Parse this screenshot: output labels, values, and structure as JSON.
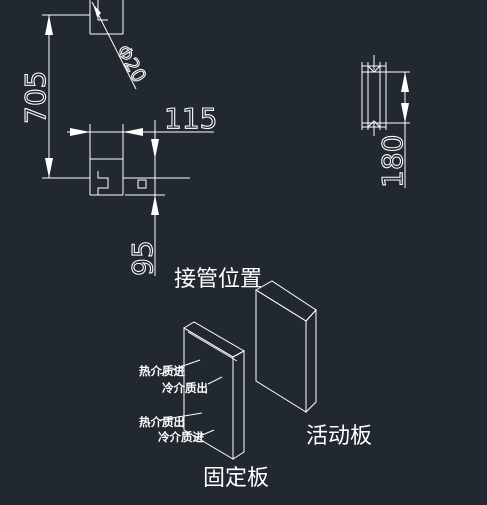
{
  "drawing": {
    "background": "#212830",
    "line_color": "#ffffff",
    "dimensions": {
      "height": "705",
      "pipe_diameter": "Φ20",
      "width": "115",
      "offset": "95",
      "thickness": "180"
    },
    "labels": {
      "pipe_position": "接管位置",
      "movable_plate": "活动板",
      "fixed_plate": "固定板",
      "hot_medium_in": "热介质进",
      "cold_medium_out": "冷介质出",
      "hot_medium_out": "热介质出",
      "cold_medium_in": "冷介质进"
    }
  }
}
